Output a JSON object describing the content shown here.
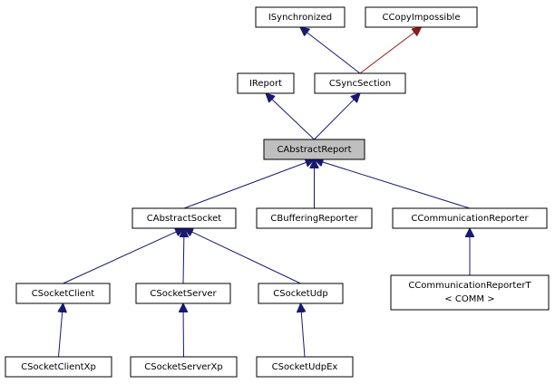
{
  "colors": {
    "background": "#ffffff",
    "node_border": "#000000",
    "highlight_fill": "#bfbfbf",
    "inheritance_arrow": "#191970",
    "private_arrow": "#8b1a1a"
  },
  "nodes": {
    "isynchronized": {
      "label": "ISynchronized"
    },
    "ccopyimpossible": {
      "label": "CCopyImpossible"
    },
    "ireport": {
      "label": "IReport"
    },
    "csyncsection": {
      "label": "CSyncSection"
    },
    "cabstractreport": {
      "label": "CAbstractReport"
    },
    "cabstractsocket": {
      "label": "CAbstractSocket"
    },
    "cbufferingreporter": {
      "label": "CBufferingReporter"
    },
    "ccommunicationreporter": {
      "label": "CCommunicationReporter"
    },
    "ccommunicationreportert": {
      "label_line1": "CCommunicationReporterT",
      "label_line2": "< COMM >"
    },
    "csocketclient": {
      "label": "CSocketClient"
    },
    "csocketserver": {
      "label": "CSocketServer"
    },
    "csocketudp": {
      "label": "CSocketUdp"
    },
    "csocketclientxp": {
      "label": "CSocketClientXp"
    },
    "csocketserverxp": {
      "label": "CSocketServerXp"
    },
    "csocketudpex": {
      "label": "CSocketUdpEx"
    }
  },
  "edges": [
    {
      "from": "csyncsection",
      "to": "isynchronized",
      "kind": "inheritance"
    },
    {
      "from": "csyncsection",
      "to": "ccopyimpossible",
      "kind": "private"
    },
    {
      "from": "cabstractreport",
      "to": "ireport",
      "kind": "inheritance"
    },
    {
      "from": "cabstractreport",
      "to": "csyncsection",
      "kind": "inheritance"
    },
    {
      "from": "cabstractsocket",
      "to": "cabstractreport",
      "kind": "inheritance"
    },
    {
      "from": "cbufferingreporter",
      "to": "cabstractreport",
      "kind": "inheritance"
    },
    {
      "from": "ccommunicationreporter",
      "to": "cabstractreport",
      "kind": "inheritance"
    },
    {
      "from": "ccommunicationreportert",
      "to": "ccommunicationreporter",
      "kind": "inheritance"
    },
    {
      "from": "csocketclient",
      "to": "cabstractsocket",
      "kind": "inheritance"
    },
    {
      "from": "csocketserver",
      "to": "cabstractsocket",
      "kind": "inheritance"
    },
    {
      "from": "csocketudp",
      "to": "cabstractsocket",
      "kind": "inheritance"
    },
    {
      "from": "csocketclientxp",
      "to": "csocketclient",
      "kind": "inheritance"
    },
    {
      "from": "csocketserverxp",
      "to": "csocketserver",
      "kind": "inheritance"
    },
    {
      "from": "csocketudpex",
      "to": "csocketudp",
      "kind": "inheritance"
    }
  ]
}
